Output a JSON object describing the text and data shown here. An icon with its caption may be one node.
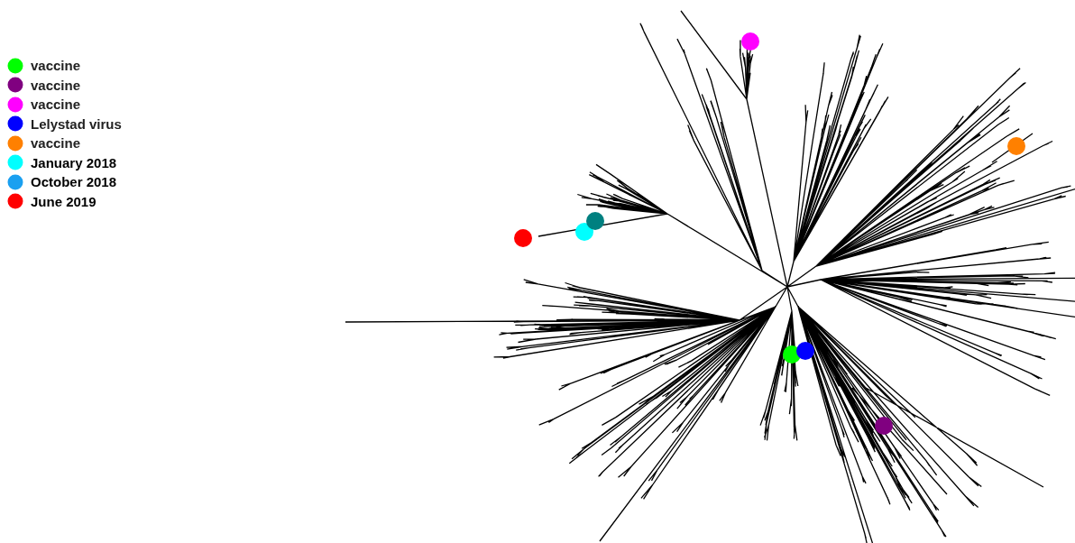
{
  "diagram": {
    "legend": [
      {
        "text": "vaccine",
        "color": "#00ff00"
      },
      {
        "text": "vaccine",
        "color": "#800080"
      },
      {
        "text": "vaccine",
        "color": "#ff00ff"
      },
      {
        "text": "Lelystad virus",
        "color": "#0000ff"
      },
      {
        "text": "vaccine",
        "color": "#ff8000"
      },
      {
        "text": "January 2018",
        "color": "#00ffff"
      },
      {
        "text": "October 2018",
        "color": "#1aa0f0"
      },
      {
        "text": "June 2019",
        "color": "#ff0000"
      }
    ]
  }
}
